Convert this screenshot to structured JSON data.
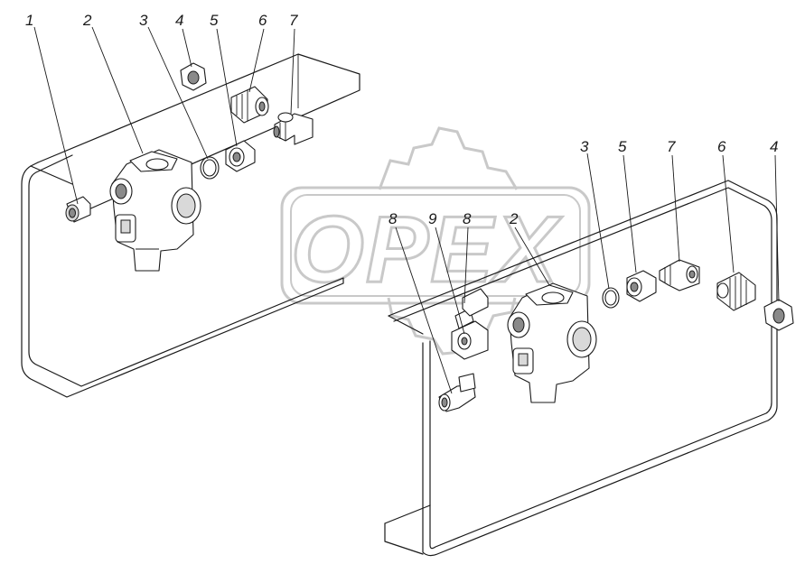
{
  "watermark": {
    "text": "OPEX"
  },
  "callouts": [
    {
      "id": "c1",
      "label": "1"
    },
    {
      "id": "c2",
      "label": "2"
    },
    {
      "id": "c3",
      "label": "3"
    },
    {
      "id": "c4",
      "label": "4"
    },
    {
      "id": "c5",
      "label": "5"
    },
    {
      "id": "c6",
      "label": "6"
    },
    {
      "id": "c7",
      "label": "7"
    },
    {
      "id": "c8a",
      "label": "8"
    },
    {
      "id": "c9",
      "label": "9"
    },
    {
      "id": "c8b",
      "label": "8"
    },
    {
      "id": "c2b",
      "label": "2"
    },
    {
      "id": "c3b",
      "label": "3"
    },
    {
      "id": "c5b",
      "label": "5"
    },
    {
      "id": "c7b",
      "label": "7"
    },
    {
      "id": "c6b",
      "label": "6"
    },
    {
      "id": "c4b",
      "label": "4"
    }
  ]
}
